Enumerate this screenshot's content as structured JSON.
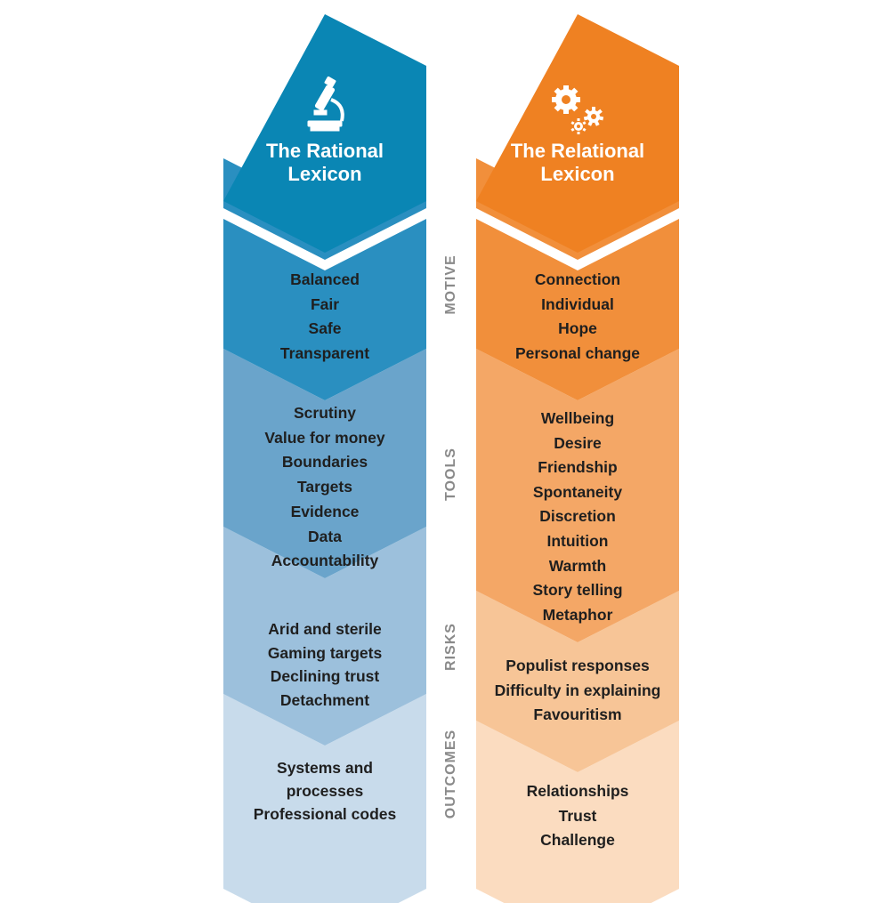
{
  "columns": [
    {
      "title_line1": "The Rational",
      "title_line2": "Lexicon",
      "icon": "microscope-icon",
      "header_color": "#0a86b4",
      "segment_colors": [
        "#2a8fc0",
        "#6aa4cb",
        "#9cc0dc",
        "#c8dbeb"
      ],
      "sections": [
        [
          "Balanced",
          "Fair",
          "Safe",
          "Transparent"
        ],
        [
          "Scrutiny",
          "Value for money",
          "Boundaries",
          "Targets",
          "Evidence",
          "Data",
          "Accountability"
        ],
        [
          "Arid and sterile",
          "Gaming targets",
          "Declining trust",
          "Detachment"
        ],
        [
          "Systems and",
          "processes",
          "Professional codes"
        ]
      ]
    },
    {
      "title_line1": "The Relational",
      "title_line2": "Lexicon",
      "icon": "gears-icon",
      "header_color": "#ef8122",
      "segment_colors": [
        "#f18f3b",
        "#f4a766",
        "#f7c597",
        "#fbdcc0"
      ],
      "sections": [
        [
          "Connection",
          "Individual",
          "Hope",
          "Personal change"
        ],
        [
          "Wellbeing",
          "Desire",
          "Friendship",
          "Spontaneity",
          "Discretion",
          "Intuition",
          "Warmth",
          "Story telling",
          "Metaphor"
        ],
        [
          "Populist responses",
          "Difficulty in explaining",
          "Favouritism"
        ],
        [
          "Relationships",
          "Trust",
          "Challenge"
        ]
      ]
    }
  ],
  "stages": [
    "MOTIVE",
    "TOOLS",
    "RISKS",
    "OUTCOMES"
  ]
}
